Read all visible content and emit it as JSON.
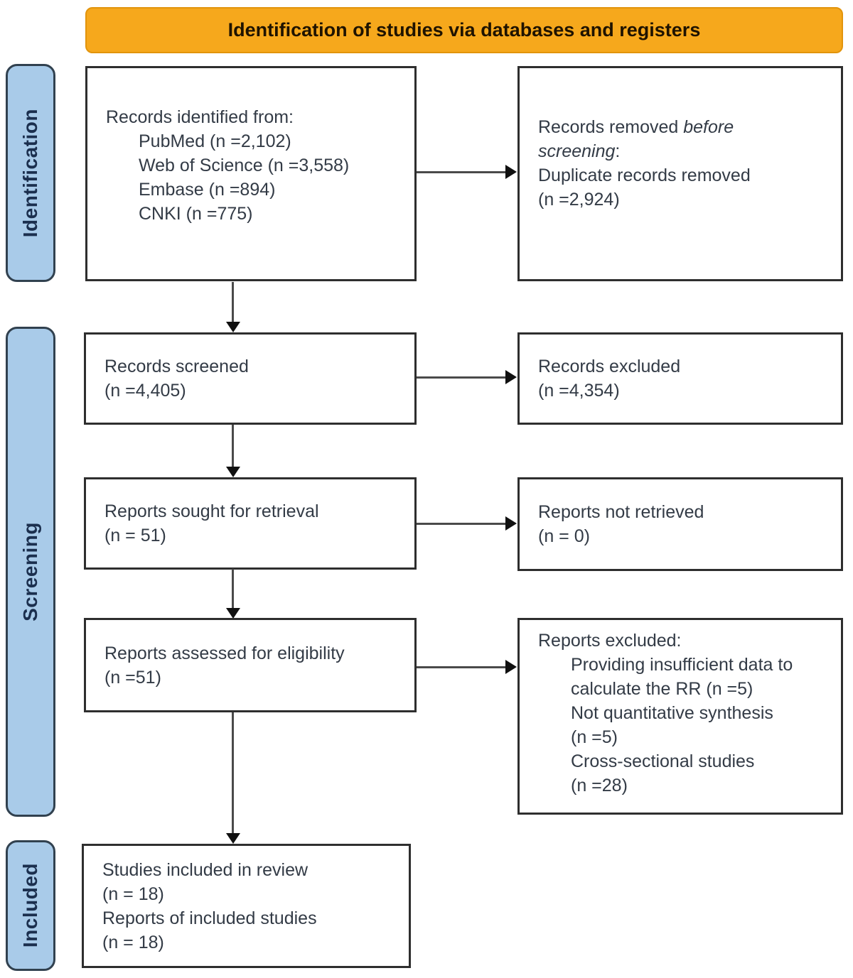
{
  "banner": {
    "label": "Identification of studies via databases and registers"
  },
  "sidebar": {
    "items": [
      {
        "label": "Identification"
      },
      {
        "label": "Screening"
      },
      {
        "label": "Included"
      }
    ]
  },
  "boxes": {
    "records_identified": {
      "title": "Records identified from:",
      "sources": [
        "PubMed (n =2,102)",
        "Web of Science (n =3,558)",
        "Embase (n =894)",
        "CNKI (n =775)"
      ]
    },
    "records_removed": {
      "line1_prefix": "Records removed ",
      "italic_word1": "before",
      "italic_word2": "screening",
      "colon": ":",
      "line2": "Duplicate records removed",
      "line3": "(n =2,924)"
    },
    "records_screened": {
      "lines": [
        "Records screened",
        "(n =4,405)"
      ]
    },
    "records_excluded": {
      "lines": [
        "Records excluded",
        "(n =4,354)"
      ]
    },
    "reports_sought": {
      "lines": [
        "Reports sought for retrieval",
        "(n = 51)"
      ]
    },
    "reports_not_retrieved": {
      "lines": [
        "Reports not retrieved",
        "(n = 0)"
      ]
    },
    "reports_assessed": {
      "lines": [
        "Reports assessed for eligibility",
        "(n =51)"
      ]
    },
    "reports_excluded": {
      "title": "Reports excluded:",
      "reason_lines": [
        "Providing insufficient data to",
        "calculate the RR (n =5)",
        "Not quantitative synthesis",
        "(n =5)",
        "Cross-sectional studies",
        "(n =28)"
      ]
    },
    "included_studies": {
      "lines": [
        "Studies included in review",
        "(n = 18)",
        "Reports of included studies",
        "(n = 18)"
      ]
    }
  },
  "colors": {
    "banner_bg": "#F6A81C",
    "banner_text": "#1F1300",
    "sidebar_bg": "#A9CBE9",
    "sidebar_border": "#31414F",
    "sidebar_text": "#1B2F4E",
    "box_border": "#2E2E2E",
    "box_text": "#333B46",
    "arrow_line": "#4A4A4A",
    "arrow_head": "#101010"
  }
}
